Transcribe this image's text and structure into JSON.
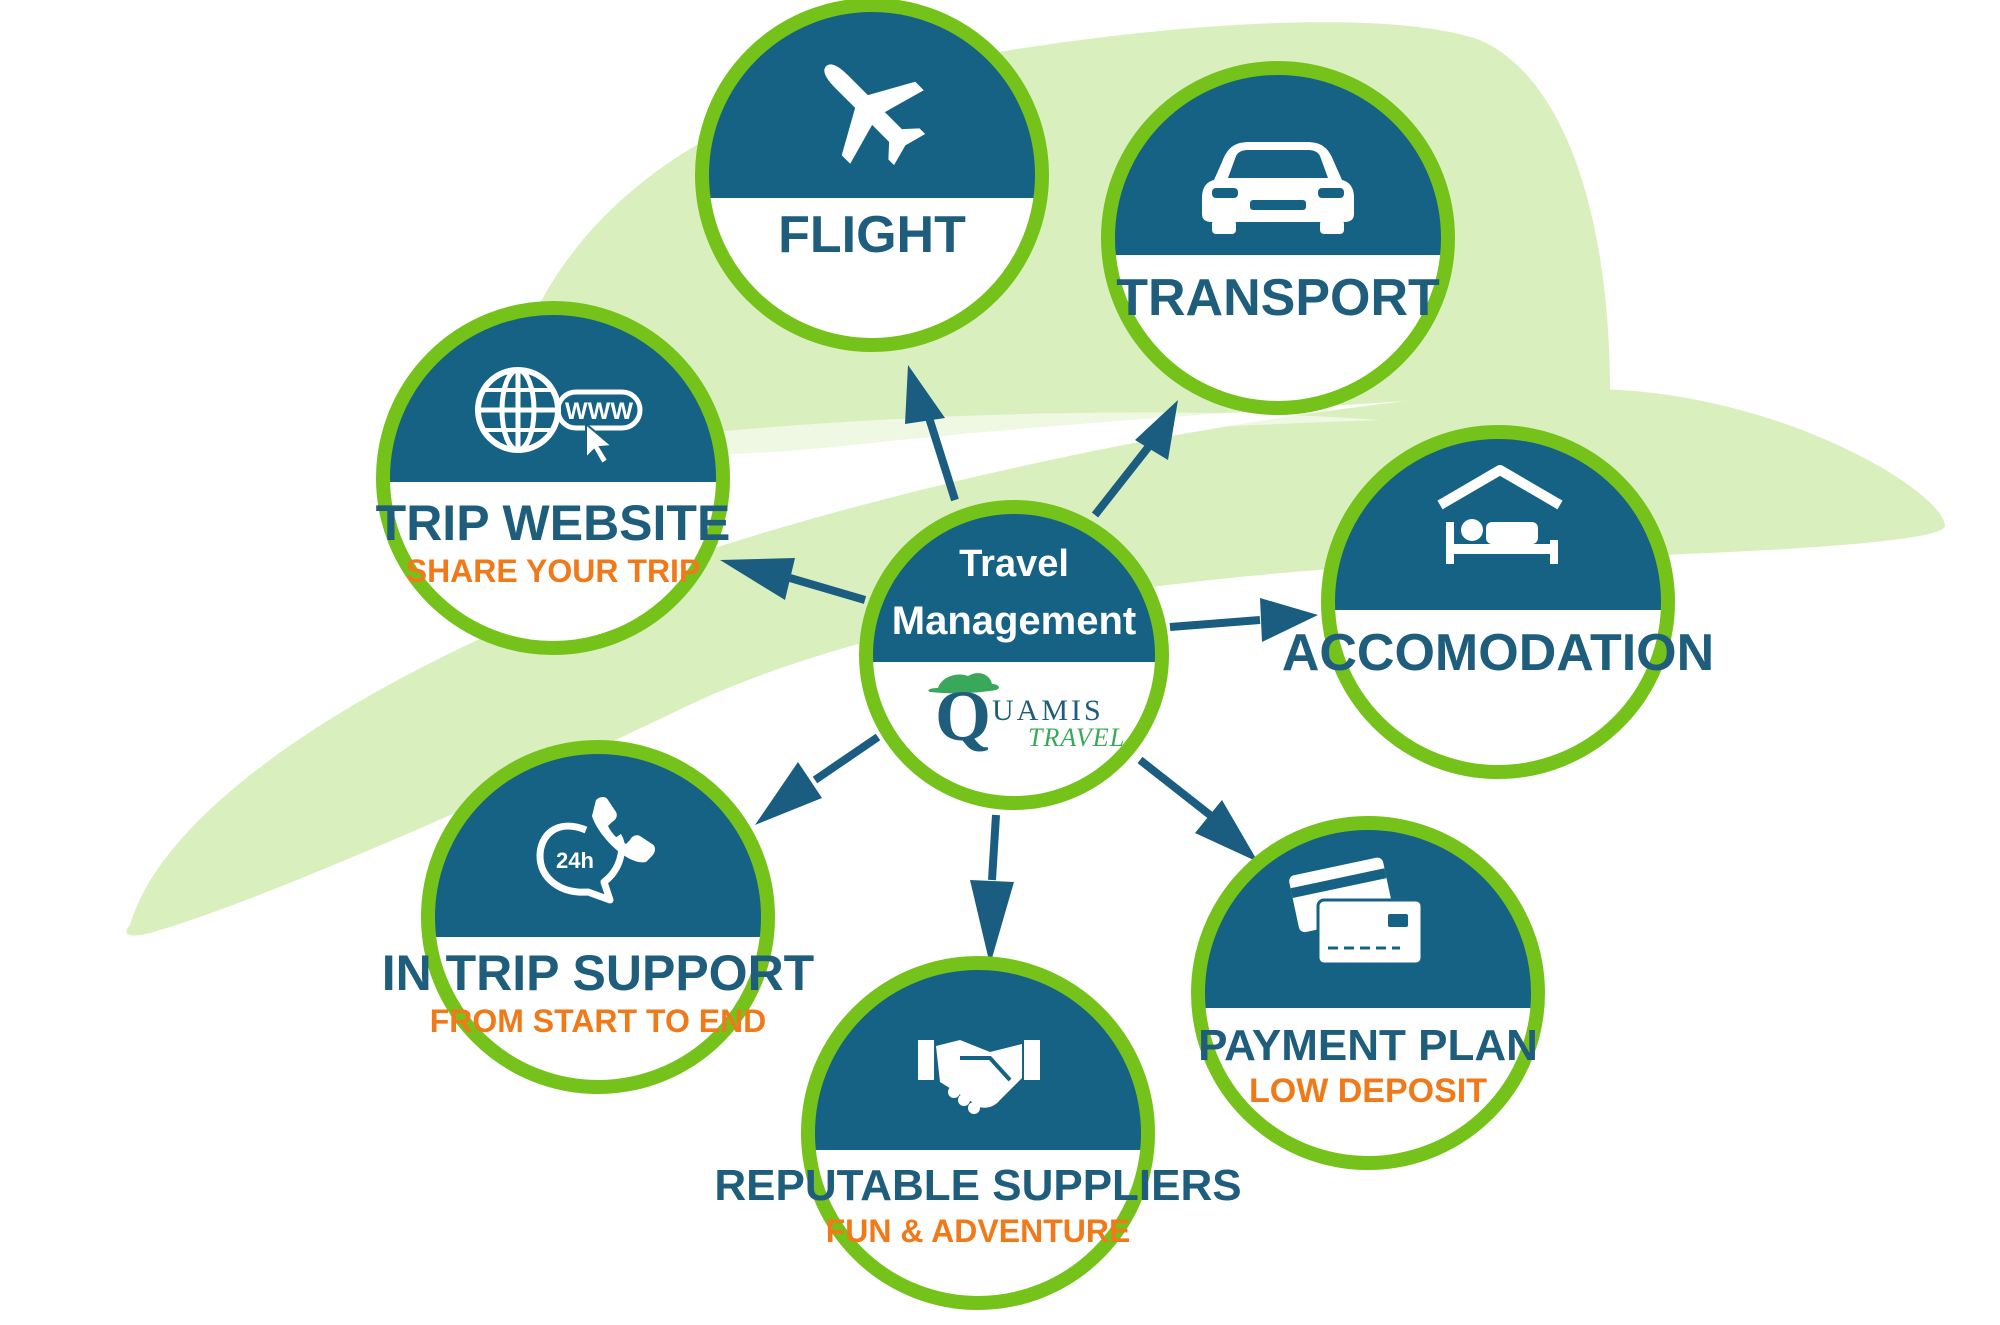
{
  "colors": {
    "ring": "#74c21a",
    "band": "#156285",
    "title": "#1e5e7c",
    "subtitle": "#f07a1a",
    "hat": "#d9f0be",
    "arrow": "#1a5d80",
    "logo_green": "#3aa85a",
    "logo_blue": "#1e5e7c"
  },
  "hub": {
    "line1": "Travel",
    "line2": "Management",
    "logo_letter": "Q",
    "logo_word1": "UAMIS",
    "logo_word2": "TRAVEL"
  },
  "nodes": [
    {
      "id": "flight",
      "title": "FLIGHT",
      "subtitle": "",
      "icon": "airplane-icon"
    },
    {
      "id": "transport",
      "title": "TRANSPORT",
      "subtitle": "",
      "icon": "car-icon"
    },
    {
      "id": "trip-website",
      "title": "TRIP WEBSITE",
      "subtitle": "SHARE YOUR TRIP",
      "icon": "globe-www-icon",
      "icon_text": "WWW"
    },
    {
      "id": "accomodation",
      "title": "ACCOMODATION",
      "subtitle": "",
      "icon": "bed-under-roof-icon"
    },
    {
      "id": "in-trip-support",
      "title": "IN TRIP SUPPORT",
      "subtitle": "FROM START TO END",
      "icon": "phone-24h-icon",
      "icon_text": "24h"
    },
    {
      "id": "reputable-suppliers",
      "title": "REPUTABLE SUPPLIERS",
      "subtitle": "FUN & ADVENTURE",
      "icon": "handshake-icon"
    },
    {
      "id": "payment-plan",
      "title": "PAYMENT PLAN",
      "subtitle": "LOW DEPOSIT",
      "icon": "credit-card-icon"
    }
  ]
}
